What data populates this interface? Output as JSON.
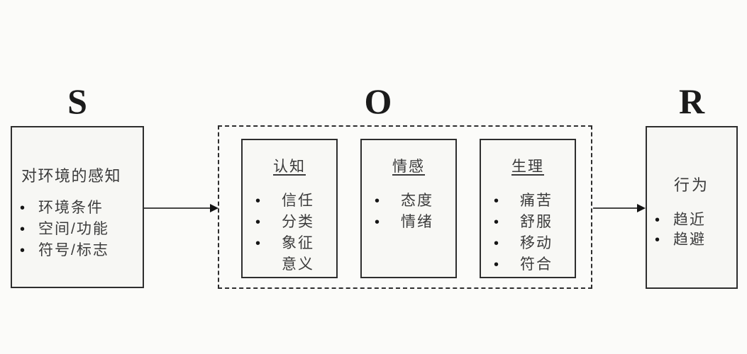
{
  "diagram": {
    "bullet_glyph": "•",
    "s": {
      "letter": "S",
      "title": "对环境的感知",
      "items": [
        "环境条件",
        "空间/功能",
        "符号/标志"
      ]
    },
    "o": {
      "letter": "O",
      "boxes": [
        {
          "title": "认知",
          "lines": [
            {
              "text": "信任"
            },
            {
              "text": "分类"
            },
            {
              "text": "象征"
            },
            {
              "text": "意义"
            }
          ]
        },
        {
          "title": "情感",
          "lines": [
            {
              "text": "态度"
            },
            {
              "text": "情绪"
            }
          ]
        },
        {
          "title": "生理",
          "lines": [
            {
              "text": "痛苦"
            },
            {
              "text": "舒服"
            },
            {
              "text": "移动"
            },
            {
              "text": "符合"
            }
          ]
        }
      ]
    },
    "r": {
      "letter": "R",
      "title": "行为",
      "items": [
        "趋近",
        "趋避"
      ]
    }
  }
}
